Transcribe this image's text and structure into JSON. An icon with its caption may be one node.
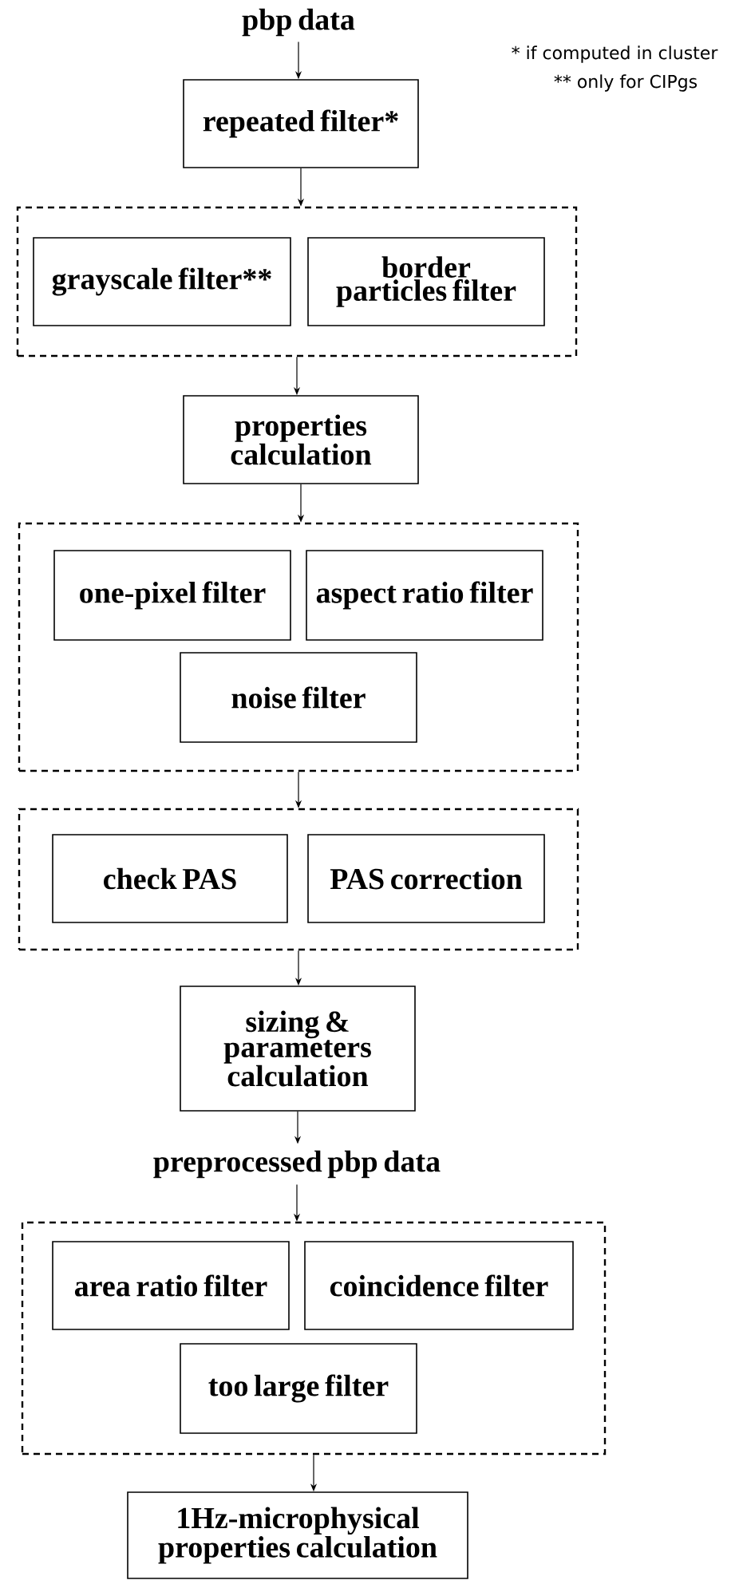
{
  "diagram": {
    "nodes": [
      {
        "text": [
          "pbp data"
        ]
      },
      {
        "text": [
          "repeated filter*"
        ]
      },
      {
        "text": [],
        "shape": "box"
      },
      {
        "text": [
          "grayscale filter**"
        ],
        "in": 2
      },
      {
        "text": [
          "border particles filter"
        ],
        "in": 2
      },
      {
        "text": [
          "properties calculation"
        ]
      },
      {
        "text": [],
        "shape": "box"
      },
      {
        "text": [
          "one-pixel filter"
        ],
        "in": 6
      },
      {
        "text": [
          "aspect ratio filter"
        ],
        "in": 6
      },
      {
        "text": [
          "noise filter"
        ],
        "in": 6
      },
      {
        "text": [],
        "shape": "box"
      },
      {
        "text": [
          "check PAS"
        ],
        "in": 10
      },
      {
        "text": [
          "PAS correction"
        ],
        "in": 10
      },
      {
        "text": [
          "sizing & parameters calculation"
        ]
      },
      {
        "text": [
          "preprocessed pbp data"
        ]
      },
      {
        "text": [],
        "shape": "box"
      },
      {
        "text": [
          "area ratio filter"
        ],
        "in": 15
      },
      {
        "text": [
          "coincidence filter"
        ],
        "in": 15
      },
      {
        "text": [
          "too large filter"
        ],
        "in": 15
      },
      {
        "text": [
          "1Hz-microphysical properties calculation"
        ]
      }
    ],
    "edges": [
      {
        "from": 0,
        "to": 1,
        "arrow": "to"
      },
      {
        "from": 1,
        "to": 2,
        "arrow": "to"
      },
      {
        "from": 2,
        "to": 5,
        "arrow": "to"
      },
      {
        "from": 5,
        "to": 6,
        "arrow": "to"
      },
      {
        "from": 6,
        "to": 10,
        "arrow": "to"
      },
      {
        "from": 10,
        "to": 13,
        "arrow": "to"
      },
      {
        "from": 13,
        "to": 14,
        "arrow": "to"
      },
      {
        "from": 14,
        "to": 15,
        "arrow": "to"
      },
      {
        "from": 15,
        "to": 19,
        "arrow": "to"
      }
    ],
    "labels": [
      "* if computed in cluster",
      "** only for CIPgs"
    ]
  }
}
